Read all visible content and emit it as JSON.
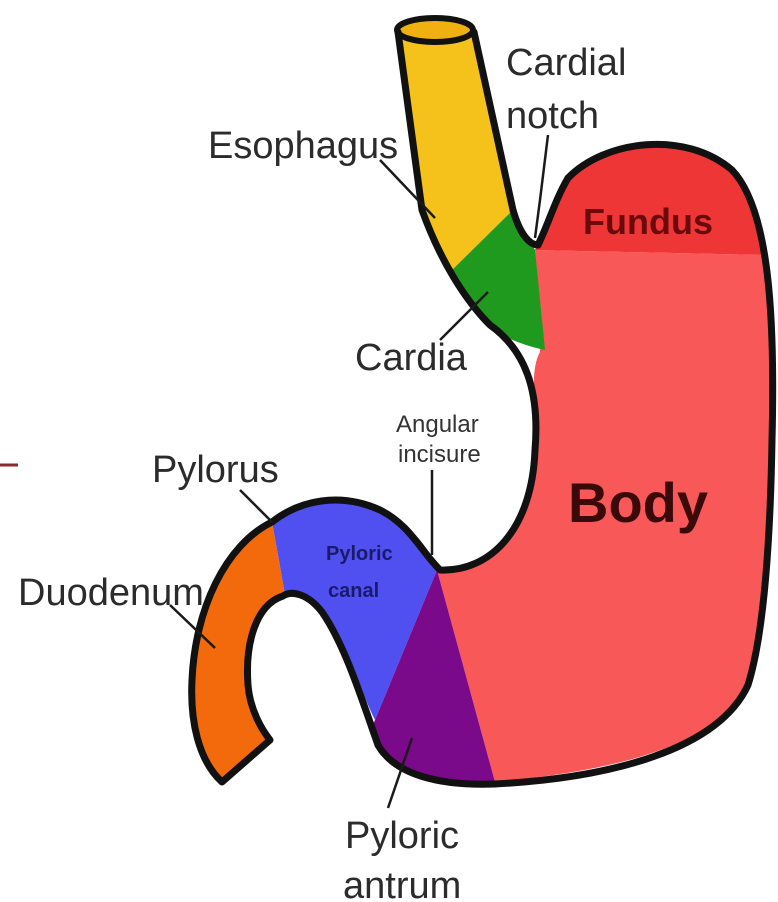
{
  "labels": {
    "cardial_notch_line1": "Cardial",
    "cardial_notch_line2": "notch",
    "esophagus": "Esophagus",
    "fundus": "Fundus",
    "cardia": "Cardia",
    "angular_incisure_line1": "Angular",
    "angular_incisure_line2": "incisure",
    "body": "Body",
    "pylorus": "Pylorus",
    "pyloric_canal_line1": "Pyloric",
    "pyloric_canal_line2": "canal",
    "duodenum": "Duodenum",
    "pyloric_antrum_line1": "Pyloric",
    "pyloric_antrum_line2": "antrum"
  },
  "colors": {
    "esophagus": "#f5c21b",
    "cardia": "#1f9a1f",
    "fundus": "#ee3636",
    "body": "#f85858",
    "pyloric_canal": "#5050f0",
    "pyloric_antrum": "#7a0a8a",
    "duodenum": "#f26a0c",
    "outline": "#111111",
    "fundus_text": "#6a0a0a",
    "body_text": "#3a0a0a",
    "canal_text": "#1a1a6a",
    "edge_accent": "#8b2a2a"
  }
}
